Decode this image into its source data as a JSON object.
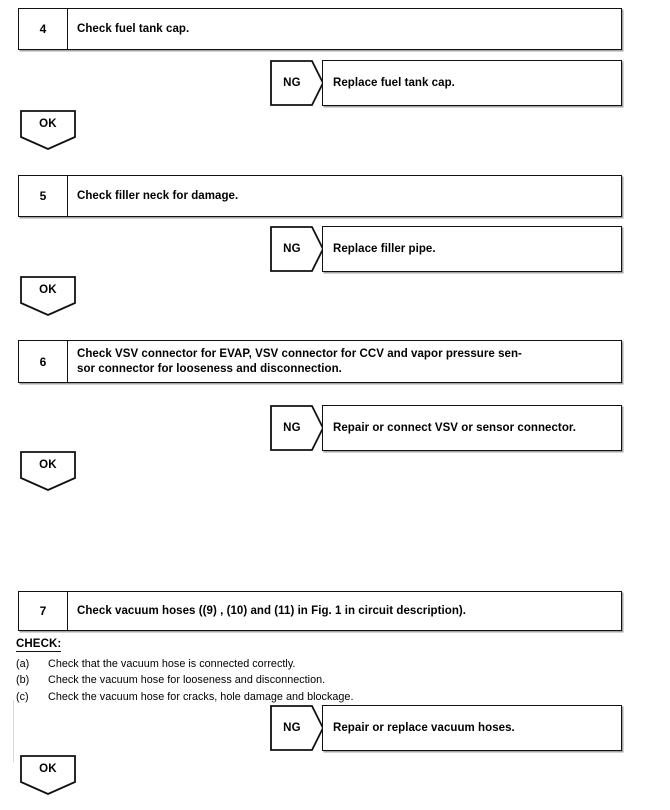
{
  "document": {
    "type": "diagnostic-flowchart",
    "background_color": "#ffffff",
    "line_color": "#111111"
  },
  "steps": [
    {
      "number": "4",
      "instruction": "Check fuel tank cap.",
      "ng_label": "NG",
      "ng_action": "Replace fuel tank cap.",
      "ok_label": "OK"
    },
    {
      "number": "5",
      "instruction": "Check filler neck for damage.",
      "ng_label": "NG",
      "ng_action": "Replace filler pipe.",
      "ok_label": "OK"
    },
    {
      "number": "6",
      "instruction": "Check VSV connector for EVAP, VSV connector for CCV and vapor pressure sen-sor connector for looseness and disconnection.",
      "instruction_line1": "Check VSV connector for EVAP, VSV connector for CCV and vapor pressure sen-",
      "instruction_line2": "sor connector for looseness and disconnection.",
      "ng_label": "NG",
      "ng_action": "Repair or connect VSV or sensor connector.",
      "ok_label": "OK"
    },
    {
      "number": "7",
      "instruction": "Check vacuum hoses ((9) , (10) and (11) in Fig. 1 in circuit description).",
      "check_heading": "CHECK:",
      "check_items": [
        {
          "marker": "(a)",
          "text": "Check that the vacuum hose is connected correctly."
        },
        {
          "marker": "(b)",
          "text": "Check the vacuum hose for looseness and disconnection."
        },
        {
          "marker": "(c)",
          "text": "Check the vacuum hose for cracks, hole damage and blockage."
        }
      ],
      "ng_label": "NG",
      "ng_action": "Repair or replace vacuum hoses.",
      "ok_label": "OK"
    }
  ]
}
